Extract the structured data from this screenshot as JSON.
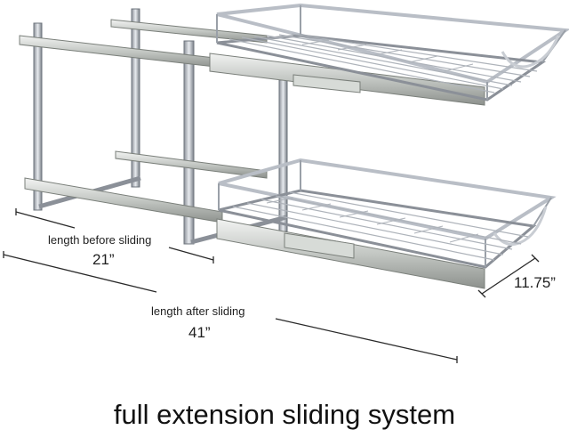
{
  "labels": {
    "before_label": "length before sliding",
    "before_value": "21”",
    "after_label": "length after sliding",
    "after_value": "41”",
    "depth_value": "11.75”"
  },
  "caption": "full extension sliding system",
  "colors": {
    "background": "#ffffff",
    "chrome_light": "#e6e9ee",
    "chrome_mid": "#b9bec6",
    "chrome_dark": "#6e747d",
    "rail": "#c9ccc9",
    "text": "#1f1f1f",
    "dimension_line": "#2a2a2a"
  }
}
